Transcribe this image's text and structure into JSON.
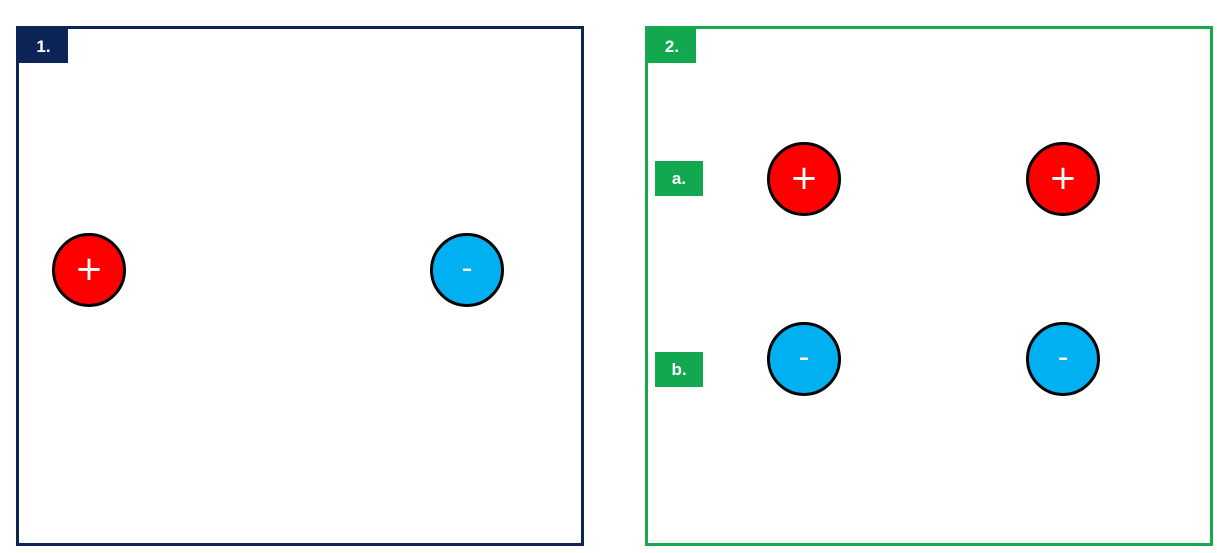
{
  "panel_1": {
    "label": "1.",
    "border_color": "#0d2457",
    "charges": [
      {
        "sign": "positive",
        "symbol": "+",
        "color": "#ff0000"
      },
      {
        "sign": "negative",
        "symbol": "-",
        "color": "#00b0f0"
      }
    ]
  },
  "panel_2": {
    "label": "2.",
    "border_color": "#1aa84f",
    "rows": [
      {
        "label": "a.",
        "charges": [
          {
            "sign": "positive",
            "symbol": "+",
            "color": "#ff0000"
          },
          {
            "sign": "positive",
            "symbol": "+",
            "color": "#ff0000"
          }
        ]
      },
      {
        "label": "b.",
        "charges": [
          {
            "sign": "negative",
            "symbol": "-",
            "color": "#00b0f0"
          },
          {
            "sign": "negative",
            "symbol": "-",
            "color": "#00b0f0"
          }
        ]
      }
    ]
  }
}
